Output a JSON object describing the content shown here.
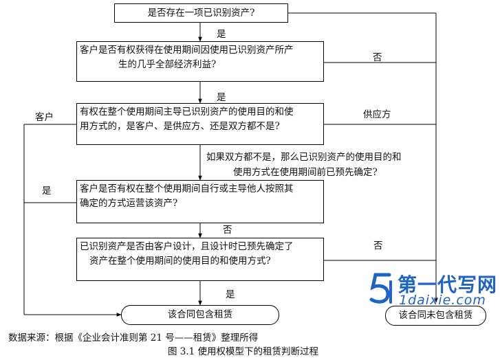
{
  "boxes": {
    "b1": "是否存在一项已识别资产?",
    "b2_line1": "客户是否有权获得在使用期间因使用已识别资产所产",
    "b2_line2": "生的几乎全部经济利益?",
    "b3_line1": "有权在整个使用期间主导已识别资产的使用目的和使",
    "b3_line2": "用方式的，是客户、是供应方、还是双方都不是?",
    "b4_line1": "客户是否有权在整个使用期间自行或主导他人按照其",
    "b4_line2": "确定的方式运营该资产?",
    "b5_line1": "已识别资产是否由客户设计，且设计时已预先确定了",
    "b5_line2": "资产在整个使用期间的使用目的和使用方式?"
  },
  "terminals": {
    "contains_lease": "该合同包含租赁",
    "no_lease": "该合同未包含租赁"
  },
  "labels": {
    "yes_1": "是",
    "yes_2": "是",
    "no_right_1": "否",
    "customer": "客户",
    "supplier": "供应方",
    "yes_left": "是",
    "no_4": "否",
    "no_right_5": "否",
    "yes_5": "是"
  },
  "note": {
    "line1": "如果双方都不是，那么已识别资产的使用目的和",
    "line2": "使用方式在使用期间前已预先确定?"
  },
  "source": "数据来源：根据《企业会计准则第 21 号——租赁》整理所得",
  "caption": "图 3.1  使用权模型下的租赁判断过程",
  "watermark": {
    "line1": "第一代写网",
    "line2": "1daixie.com",
    "color": "#1e63c8"
  }
}
